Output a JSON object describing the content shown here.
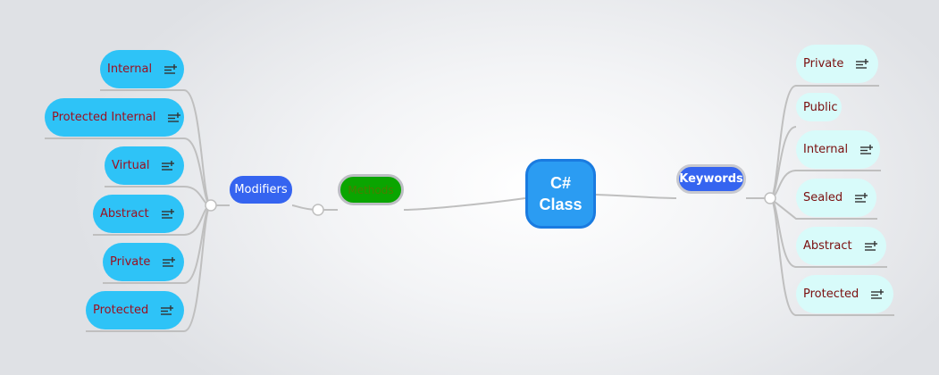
{
  "central_topic": {
    "line1": "C#",
    "line2": "Class"
  },
  "keywords": {
    "label": "Keywords",
    "items": [
      {
        "label": "Private",
        "has_note": true
      },
      {
        "label": "Public",
        "has_note": false
      },
      {
        "label": "Internal",
        "has_note": true
      },
      {
        "label": "Sealed",
        "has_note": true
      },
      {
        "label": "Abstract",
        "has_note": true
      },
      {
        "label": "Protected",
        "has_note": true
      }
    ]
  },
  "methods": {
    "label": "Methods"
  },
  "modifiers": {
    "label": "Modifiers",
    "items": [
      {
        "label": "Internal",
        "has_note": true
      },
      {
        "label": "Protected Internal",
        "has_note": true
      },
      {
        "label": "Virtual",
        "has_note": true
      },
      {
        "label": "Abstract",
        "has_note": true
      },
      {
        "label": "Private",
        "has_note": true
      },
      {
        "label": "Protected",
        "has_note": true
      }
    ]
  },
  "icons": {
    "note": "notes-add-icon"
  },
  "colors": {
    "central_fill": "#2b9cf2",
    "keywords_fill": "#3564f0",
    "methods_fill": "#0aa500",
    "modifier_item_fill": "#2ec3f7",
    "keyword_item_fill": "#d8fbfa",
    "connector": "#bfbfbf"
  }
}
